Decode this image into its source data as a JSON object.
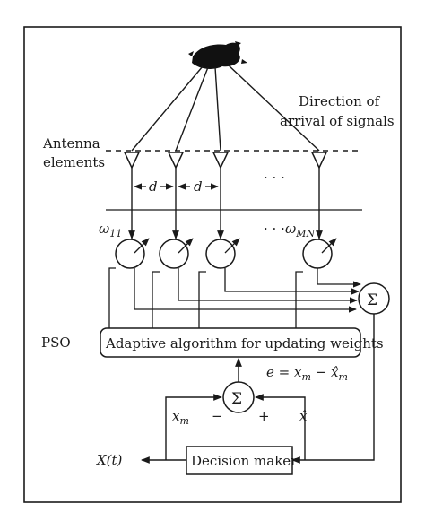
{
  "labels": {
    "direction_line1": "Direction of",
    "direction_line2": "arrival of signals",
    "antenna_line1": "Antenna",
    "antenna_line2": "elements",
    "spacing_d1": "d",
    "spacing_d2": "d",
    "dots_top": "· · ·",
    "dots_weights": "· · ·",
    "w11_base": "ω",
    "w11_sub": "11",
    "wmn_base": "ω",
    "wmn_sub": "MN",
    "sigma_output": "Σ",
    "sigma_error": "Σ",
    "pso": "PSO",
    "adaptive_algorithm": "Adaptive algorithm for updating weights",
    "error_equation": "e = x",
    "error_eq_sub1": "m",
    "error_eq_mid": " − x̂",
    "error_eq_sub2": "m",
    "xm_base": "x",
    "xm_sub": "m",
    "minus": "−",
    "plus": "+",
    "xhat": "x̂",
    "output_x": "X(t)",
    "decision_maker": "Decision maker"
  },
  "colors": {
    "ink": "#1a1a1a",
    "background": "#ffffff"
  }
}
